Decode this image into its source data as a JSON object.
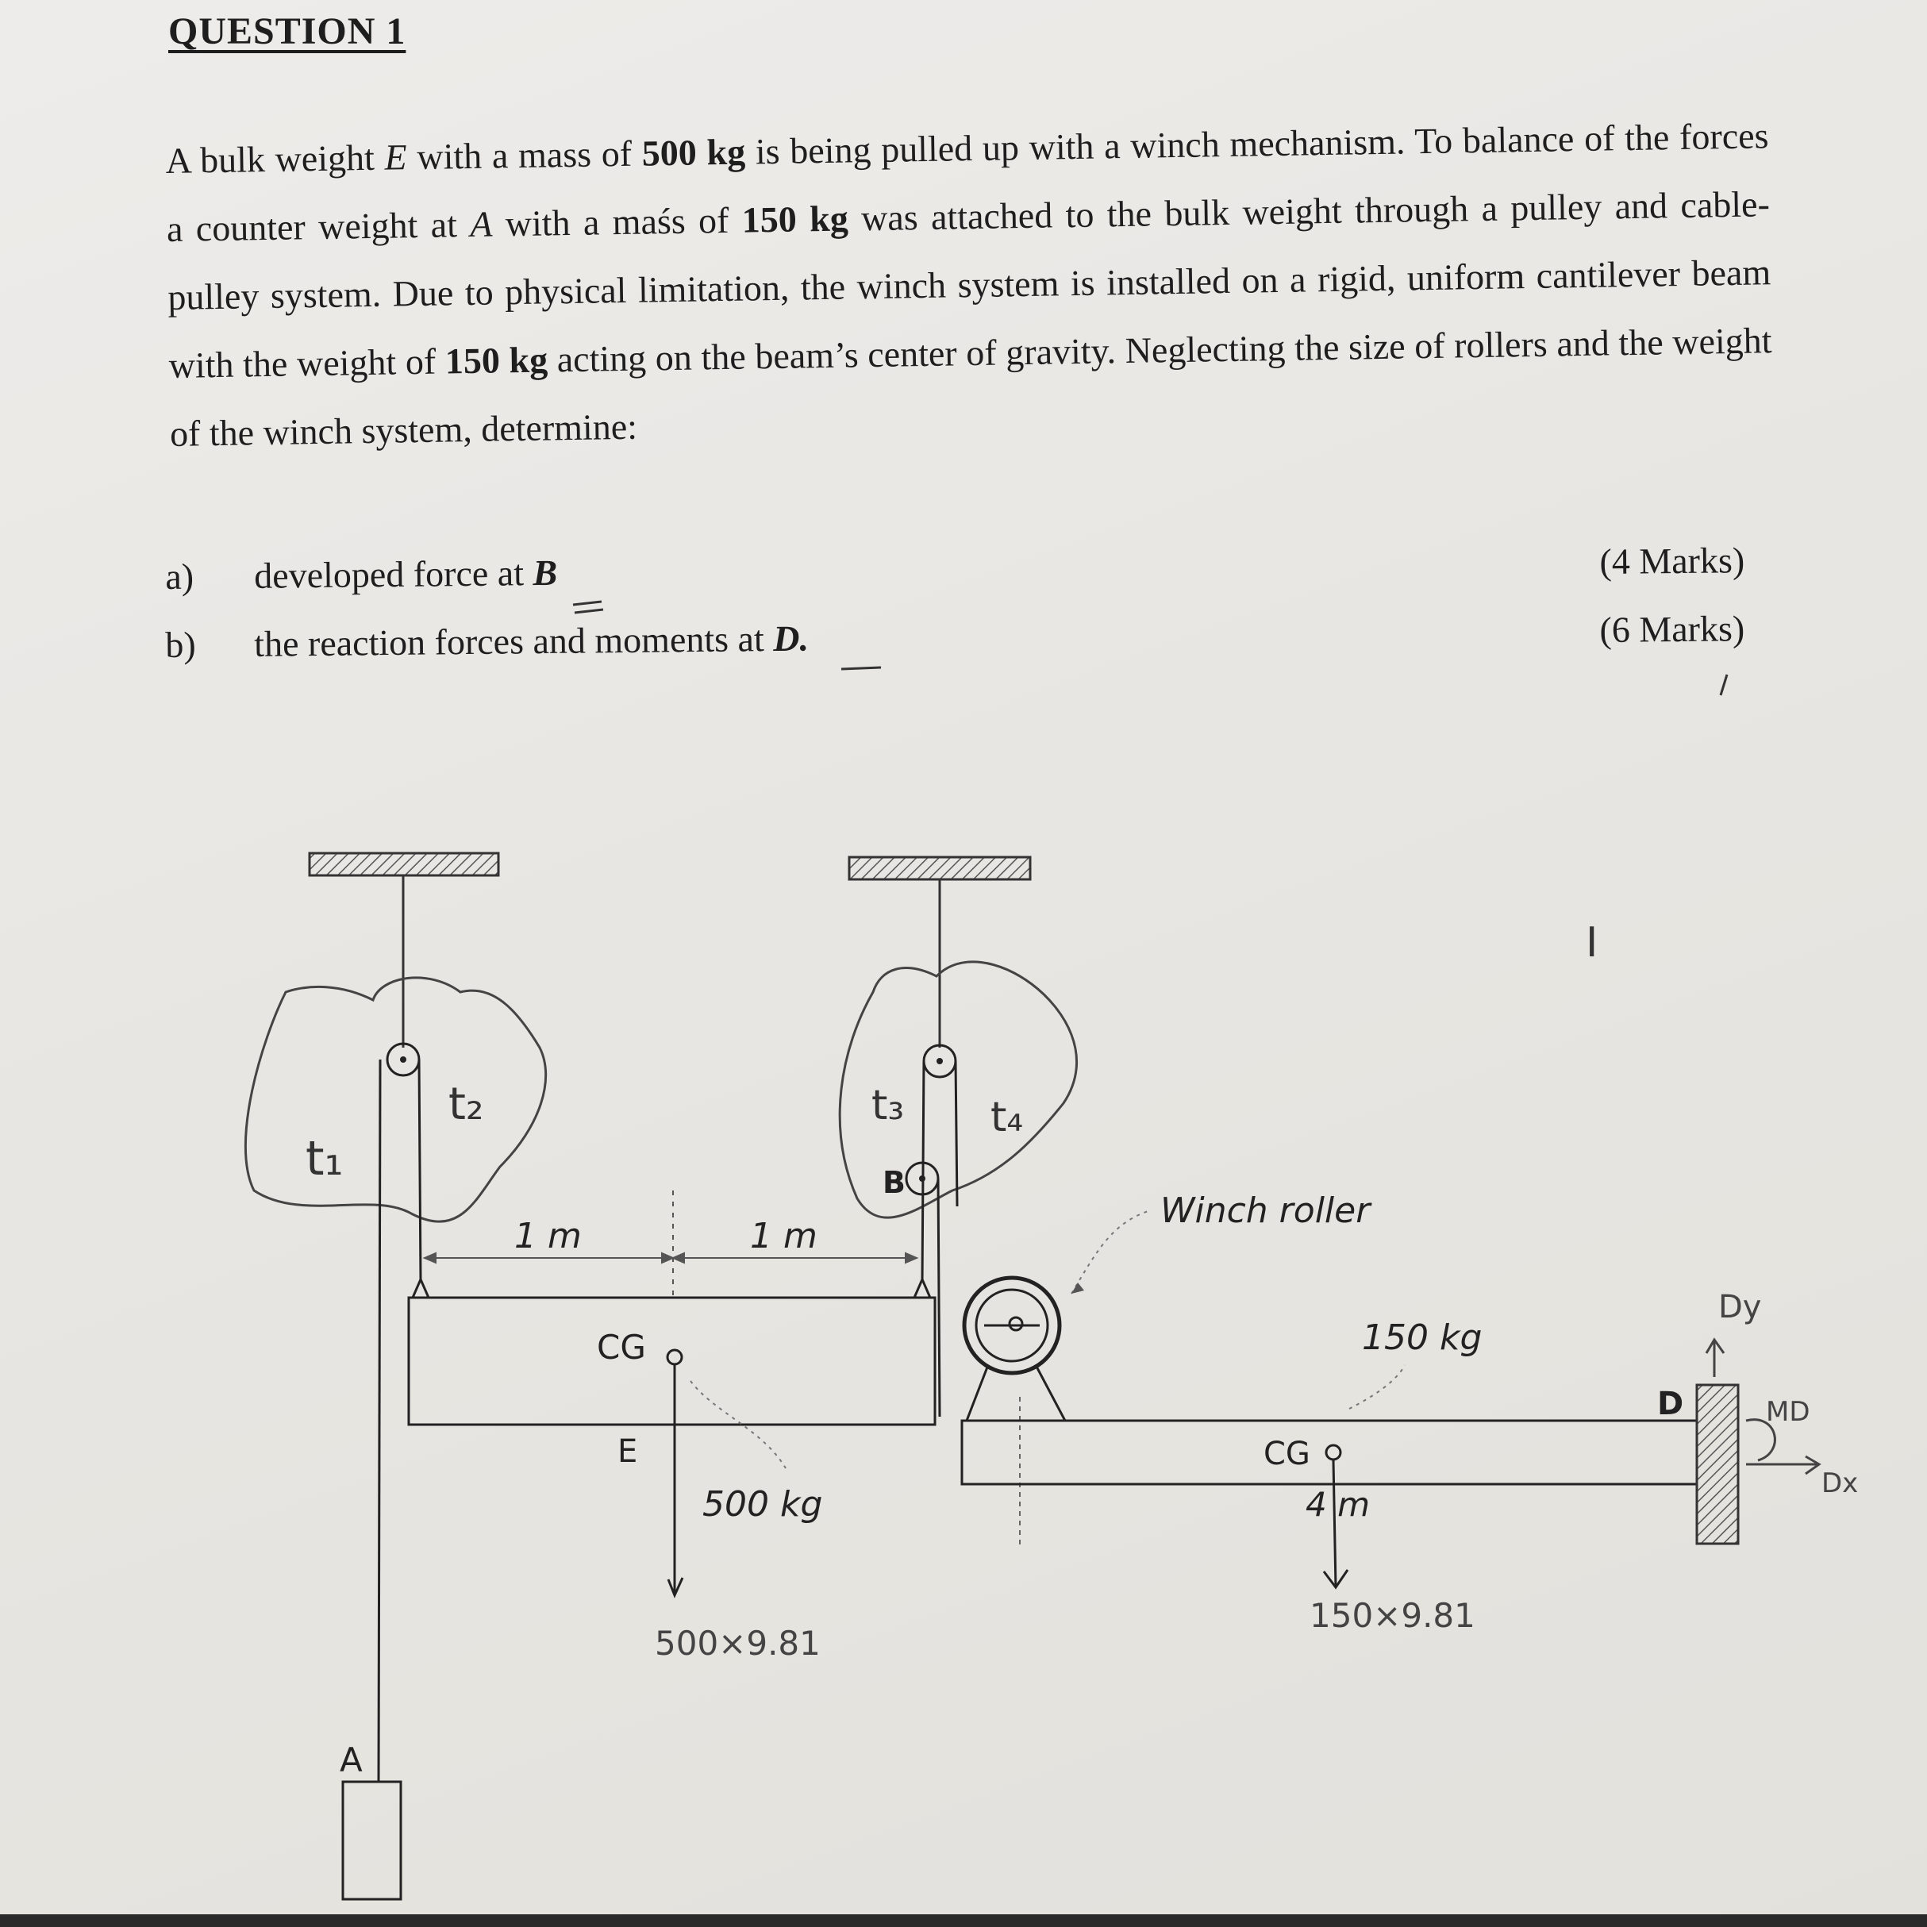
{
  "question": {
    "heading": "QUESTION 1",
    "paragraph": {
      "p1": "A bulk weight ",
      "var_e": "E",
      "p2": " with a mass of ",
      "mass_e": "500 kg",
      "p3": " is being pulled up with a winch mechanism. To balance of the forces a counter weight at ",
      "var_a": "A",
      "p4": " with a maśs of ",
      "mass_a": "150 kg",
      "p5": " was attached to the bulk weight through a pulley and cable-pulley system. Due to physical limitation, the winch system is installed on a rigid, uniform cantilever beam with the weight of ",
      "mass_beam": "150 kg",
      "p6": " acting on the beam’s center of gravity. Neglecting the size of rollers and the weight of the winch system, determine:"
    },
    "parts": [
      {
        "label": "a)",
        "text": "developed force at ",
        "var": "B",
        "marks": "(4 Marks)"
      },
      {
        "label": "b)",
        "text": "the reaction forces and moments at ",
        "var": "D.",
        "marks": "(6 Marks)"
      }
    ]
  },
  "diagram": {
    "label_t1": "t₁",
    "label_t2": "t₂",
    "label_t3": "t₃",
    "label_t4": "t₄",
    "label_b": "B",
    "dim_left": "1 m",
    "dim_right": "1 m",
    "winch_label": "Winch roller",
    "cg_left": "CG",
    "label_e": "E",
    "mass_e": "500 kg",
    "hand_e": "500×9.81",
    "mass_beam": "150 kg",
    "label_d": "D",
    "cg_right": "CG",
    "dim_beam": "4 m",
    "hand_beam": "150×9.81",
    "label_a": "A",
    "hand_dy": "Dy",
    "hand_md": "MD",
    "hand_dx": "Dx",
    "cursor_glyph": "I"
  }
}
